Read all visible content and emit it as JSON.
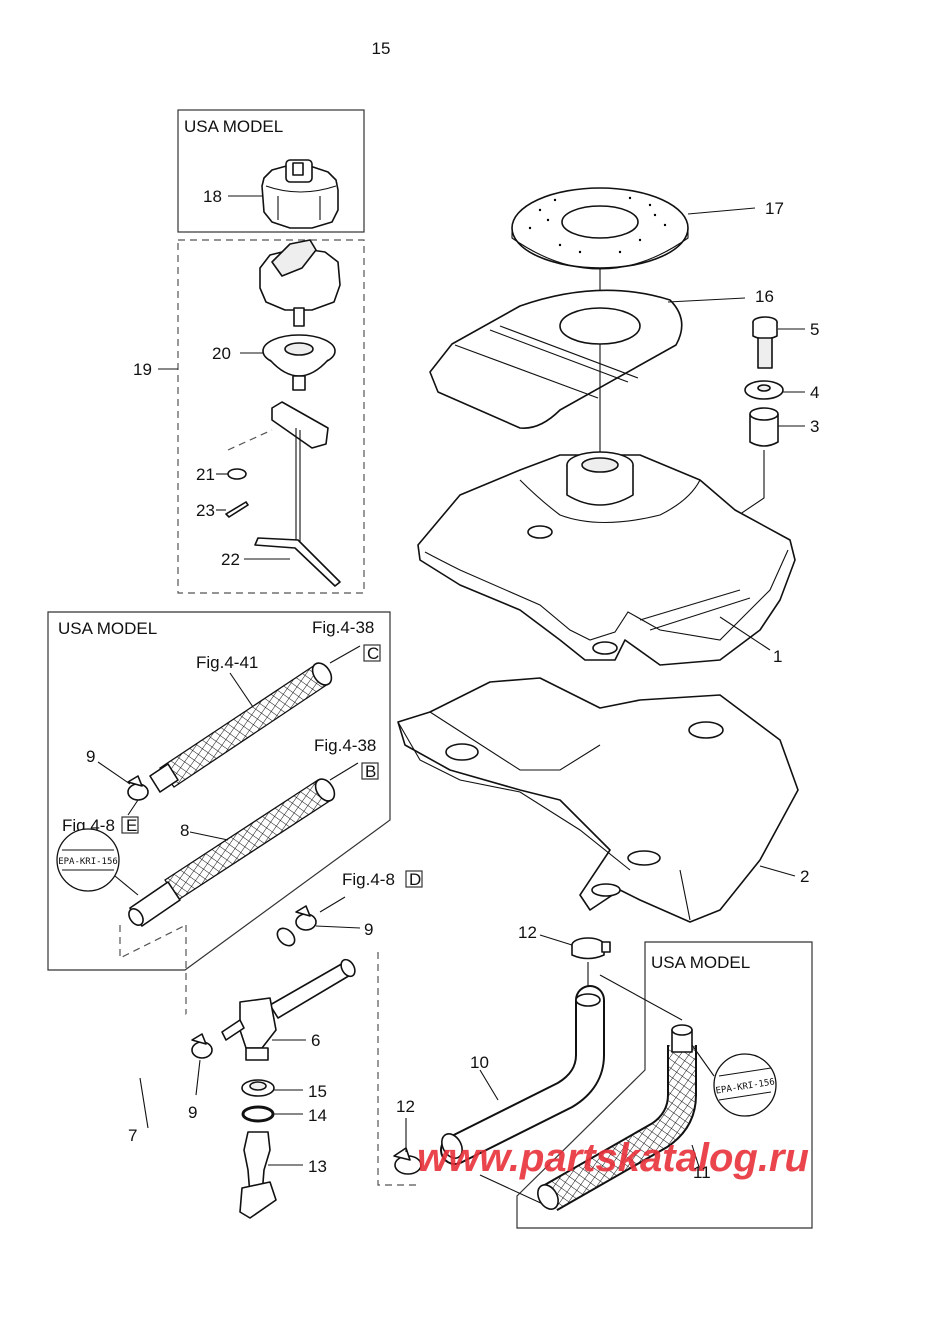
{
  "page_number": "15",
  "boxes": {
    "usa_model_cap": "USA MODEL",
    "usa_model_hoses": "USA MODEL",
    "usa_model_hose11": "USA MODEL"
  },
  "callouts": {
    "p1": "1",
    "p2": "2",
    "p3": "3",
    "p4": "4",
    "p5": "5",
    "p6": "6",
    "p7": "7",
    "p8": "8",
    "p9a": "9",
    "p9b": "9",
    "p9c": "9",
    "p10": "10",
    "p11": "11",
    "p12a": "12",
    "p12b": "12",
    "p13": "13",
    "p14": "14",
    "p15": "15",
    "p16": "16",
    "p17": "17",
    "p18": "18",
    "p19": "19",
    "p20": "20",
    "p21": "21",
    "p22": "22",
    "p23": "23"
  },
  "references": {
    "fig_4_38_c": "Fig.4-38",
    "letter_c": "C",
    "fig_4_41": "Fig.4-41",
    "fig_4_38_b": "Fig.4-38",
    "letter_b": "B",
    "fig_4_8_e": "Fig.4-8",
    "letter_e": "E",
    "fig_4_8_d": "Fig.4-8",
    "letter_d": "D"
  },
  "stamps": {
    "epa_left": "EPA-KRI-156",
    "epa_right": "EPA-KRI-156"
  },
  "watermark": "www.partskatalog.ru",
  "colors": {
    "watermark": "#e8303a",
    "line": "#111111"
  }
}
